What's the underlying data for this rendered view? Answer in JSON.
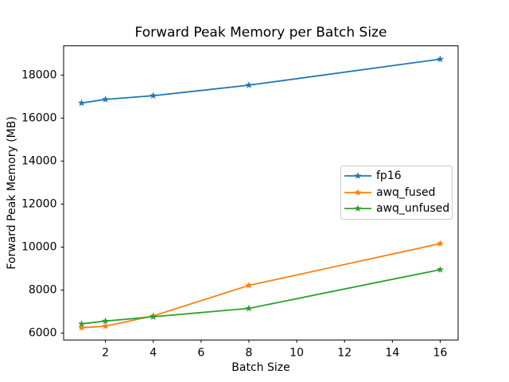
{
  "chart_data": {
    "type": "line",
    "title": "Forward Peak Memory per Batch Size",
    "xlabel": "Batch Size",
    "ylabel": "Forward Peak Memory (MB)",
    "x": [
      1,
      2,
      4,
      8,
      16
    ],
    "series": [
      {
        "name": "fp16",
        "color": "#1f77b4",
        "values": [
          16700,
          16870,
          17040,
          17530,
          18740
        ]
      },
      {
        "name": "awq_fused",
        "color": "#ff7f0e",
        "values": [
          6250,
          6320,
          6800,
          8220,
          10160
        ]
      },
      {
        "name": "awq_unfused",
        "color": "#2ca02c",
        "values": [
          6430,
          6560,
          6760,
          7150,
          8950
        ]
      }
    ],
    "marker": "star",
    "xticks": [
      2,
      4,
      6,
      8,
      10,
      12,
      14,
      16
    ],
    "yticks": [
      6000,
      8000,
      10000,
      12000,
      14000,
      16000,
      18000
    ],
    "xlim": [
      0.25,
      16.75
    ],
    "ylim": [
      5680,
      19360
    ],
    "grid": false,
    "legend": {
      "position": "center-right",
      "entries": [
        "fp16",
        "awq_fused",
        "awq_unfused"
      ]
    }
  }
}
